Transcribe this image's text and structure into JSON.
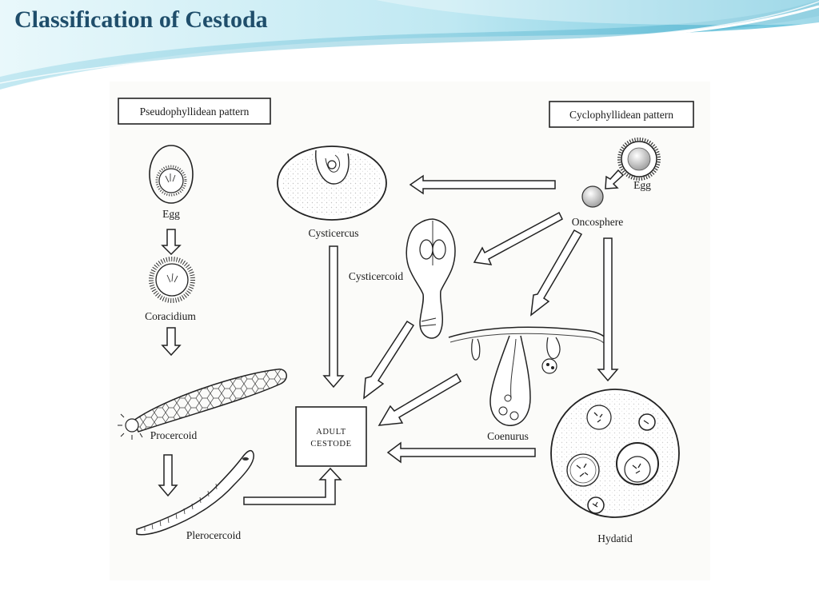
{
  "slide": {
    "title": "Classification of Cestoda"
  },
  "diagram": {
    "patterns": {
      "pseudophyllidean": "Pseudophyllidean pattern",
      "cyclophyllidean": "Cyclophyllidean pattern"
    },
    "labels": {
      "egg_left": "Egg",
      "coracidium": "Coracidium",
      "procercoid": "Procercoid",
      "plerocercoid": "Plerocercoid",
      "cysticercus": "Cysticercus",
      "cysticercoid": "Cysticercoid",
      "egg_right": "Egg",
      "oncosphere": "Oncosphere",
      "coenurus": "Coenurus",
      "hydatid": "Hydatid",
      "adult_line1": "Adult",
      "adult_line2": "cestode"
    }
  },
  "colors": {
    "title": "#1f4e6b",
    "banner_light": "#cfeef6",
    "banner_mid": "#8fd3e6",
    "banner_dark": "#5bb9d4",
    "ink": "#222222"
  }
}
